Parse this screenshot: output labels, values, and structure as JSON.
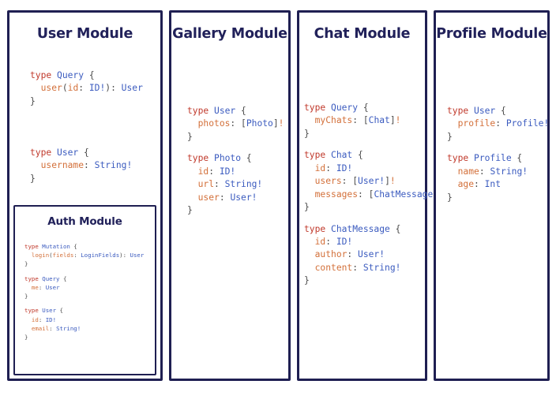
{
  "modules": [
    {
      "id": "user",
      "title": "User Module",
      "blocks": [
        {
          "lines": [
            [
              {
                "t": "type ",
                "c": "kw"
              },
              {
                "t": "Query",
                "c": "tname"
              },
              {
                "t": " {",
                "c": "pun"
              }
            ],
            [
              {
                "t": "  ",
                "c": "pun"
              },
              {
                "t": "user",
                "c": "fld"
              },
              {
                "t": "(",
                "c": "pun"
              },
              {
                "t": "id",
                "c": "fld"
              },
              {
                "t": ": ",
                "c": "pun"
              },
              {
                "t": "ID!",
                "c": "tname"
              },
              {
                "t": "): ",
                "c": "pun"
              },
              {
                "t": "User",
                "c": "tname"
              }
            ],
            [
              {
                "t": "}",
                "c": "pun"
              }
            ]
          ]
        },
        {
          "lines": [
            [
              {
                "t": "type ",
                "c": "kw"
              },
              {
                "t": "User",
                "c": "tname"
              },
              {
                "t": " {",
                "c": "pun"
              }
            ],
            [
              {
                "t": "  ",
                "c": "pun"
              },
              {
                "t": "username",
                "c": "fld"
              },
              {
                "t": ": ",
                "c": "pun"
              },
              {
                "t": "String!",
                "c": "tname"
              }
            ],
            [
              {
                "t": "}",
                "c": "pun"
              }
            ]
          ]
        }
      ]
    },
    {
      "id": "auth",
      "title": "Auth Module",
      "blocks": [
        {
          "lines": [
            [
              {
                "t": "type ",
                "c": "kw"
              },
              {
                "t": "Mutation",
                "c": "tname"
              },
              {
                "t": " {",
                "c": "pun"
              }
            ],
            [
              {
                "t": "  ",
                "c": "pun"
              },
              {
                "t": "login",
                "c": "fld"
              },
              {
                "t": "(",
                "c": "pun"
              },
              {
                "t": "fields",
                "c": "fld"
              },
              {
                "t": ": ",
                "c": "pun"
              },
              {
                "t": "LoginFields",
                "c": "tname"
              },
              {
                "t": "): ",
                "c": "pun"
              },
              {
                "t": "User",
                "c": "tname"
              }
            ],
            [
              {
                "t": "}",
                "c": "pun"
              }
            ]
          ]
        },
        {
          "lines": [
            [
              {
                "t": "type ",
                "c": "kw"
              },
              {
                "t": "Query",
                "c": "tname"
              },
              {
                "t": " {",
                "c": "pun"
              }
            ],
            [
              {
                "t": "  ",
                "c": "pun"
              },
              {
                "t": "me",
                "c": "fld"
              },
              {
                "t": ": ",
                "c": "pun"
              },
              {
                "t": "User",
                "c": "tname"
              }
            ],
            [
              {
                "t": "}",
                "c": "pun"
              }
            ]
          ]
        },
        {
          "lines": [
            [
              {
                "t": "type ",
                "c": "kw"
              },
              {
                "t": "User",
                "c": "tname"
              },
              {
                "t": " {",
                "c": "pun"
              }
            ],
            [
              {
                "t": "  ",
                "c": "pun"
              },
              {
                "t": "id",
                "c": "fld"
              },
              {
                "t": ": ",
                "c": "pun"
              },
              {
                "t": "ID!",
                "c": "tname"
              }
            ],
            [
              {
                "t": "  ",
                "c": "pun"
              },
              {
                "t": "email",
                "c": "fld"
              },
              {
                "t": ": ",
                "c": "pun"
              },
              {
                "t": "String!",
                "c": "tname"
              }
            ],
            [
              {
                "t": "}",
                "c": "pun"
              }
            ]
          ]
        }
      ]
    },
    {
      "id": "gallery",
      "title": "Gallery Module",
      "blocks": [
        {
          "lines": [
            [
              {
                "t": "type ",
                "c": "kw"
              },
              {
                "t": "User",
                "c": "tname"
              },
              {
                "t": " {",
                "c": "pun"
              }
            ],
            [
              {
                "t": "  ",
                "c": "pun"
              },
              {
                "t": "photos",
                "c": "fld"
              },
              {
                "t": ": ",
                "c": "pun"
              },
              {
                "t": "[",
                "c": "pun"
              },
              {
                "t": "Photo",
                "c": "tname"
              },
              {
                "t": "]",
                "c": "pun"
              },
              {
                "t": "!",
                "c": "fld"
              }
            ],
            [
              {
                "t": "}",
                "c": "pun"
              }
            ]
          ]
        },
        {
          "lines": [
            [
              {
                "t": "type ",
                "c": "kw"
              },
              {
                "t": "Photo",
                "c": "tname"
              },
              {
                "t": " {",
                "c": "pun"
              }
            ],
            [
              {
                "t": "  ",
                "c": "pun"
              },
              {
                "t": "id",
                "c": "fld"
              },
              {
                "t": ": ",
                "c": "pun"
              },
              {
                "t": "ID!",
                "c": "tname"
              }
            ],
            [
              {
                "t": "  ",
                "c": "pun"
              },
              {
                "t": "url",
                "c": "fld"
              },
              {
                "t": ": ",
                "c": "pun"
              },
              {
                "t": "String!",
                "c": "tname"
              }
            ],
            [
              {
                "t": "  ",
                "c": "pun"
              },
              {
                "t": "user",
                "c": "fld"
              },
              {
                "t": ": ",
                "c": "pun"
              },
              {
                "t": "User!",
                "c": "tname"
              }
            ],
            [
              {
                "t": "}",
                "c": "pun"
              }
            ]
          ]
        }
      ]
    },
    {
      "id": "chat",
      "title": "Chat Module",
      "blocks": [
        {
          "lines": [
            [
              {
                "t": "type ",
                "c": "kw"
              },
              {
                "t": "Query",
                "c": "tname"
              },
              {
                "t": " {",
                "c": "pun"
              }
            ],
            [
              {
                "t": "  ",
                "c": "pun"
              },
              {
                "t": "myChats",
                "c": "fld"
              },
              {
                "t": ": ",
                "c": "pun"
              },
              {
                "t": "[",
                "c": "pun"
              },
              {
                "t": "Chat",
                "c": "tname"
              },
              {
                "t": "]",
                "c": "pun"
              },
              {
                "t": "!",
                "c": "fld"
              }
            ],
            [
              {
                "t": "}",
                "c": "pun"
              }
            ]
          ]
        },
        {
          "lines": [
            [
              {
                "t": "type ",
                "c": "kw"
              },
              {
                "t": "Chat",
                "c": "tname"
              },
              {
                "t": " {",
                "c": "pun"
              }
            ],
            [
              {
                "t": "  ",
                "c": "pun"
              },
              {
                "t": "id",
                "c": "fld"
              },
              {
                "t": ": ",
                "c": "pun"
              },
              {
                "t": "ID!",
                "c": "tname"
              }
            ],
            [
              {
                "t": "  ",
                "c": "pun"
              },
              {
                "t": "users",
                "c": "fld"
              },
              {
                "t": ": ",
                "c": "pun"
              },
              {
                "t": "[",
                "c": "pun"
              },
              {
                "t": "User!",
                "c": "tname"
              },
              {
                "t": "]",
                "c": "pun"
              },
              {
                "t": "!",
                "c": "fld"
              }
            ],
            [
              {
                "t": "  ",
                "c": "pun"
              },
              {
                "t": "messages",
                "c": "fld"
              },
              {
                "t": ": ",
                "c": "pun"
              },
              {
                "t": "[",
                "c": "pun"
              },
              {
                "t": "ChatMessage",
                "c": "tname"
              },
              {
                "t": "]",
                "c": "pun"
              },
              {
                "t": "!",
                "c": "fld"
              }
            ],
            [
              {
                "t": "}",
                "c": "pun"
              }
            ]
          ]
        },
        {
          "lines": [
            [
              {
                "t": "type ",
                "c": "kw"
              },
              {
                "t": "ChatMessage",
                "c": "tname"
              },
              {
                "t": " {",
                "c": "pun"
              }
            ],
            [
              {
                "t": "  ",
                "c": "pun"
              },
              {
                "t": "id",
                "c": "fld"
              },
              {
                "t": ": ",
                "c": "pun"
              },
              {
                "t": "ID!",
                "c": "tname"
              }
            ],
            [
              {
                "t": "  ",
                "c": "pun"
              },
              {
                "t": "author",
                "c": "fld"
              },
              {
                "t": ": ",
                "c": "pun"
              },
              {
                "t": "User!",
                "c": "tname"
              }
            ],
            [
              {
                "t": "  ",
                "c": "pun"
              },
              {
                "t": "content",
                "c": "fld"
              },
              {
                "t": ": ",
                "c": "pun"
              },
              {
                "t": "String!",
                "c": "tname"
              }
            ],
            [
              {
                "t": "}",
                "c": "pun"
              }
            ]
          ]
        }
      ]
    },
    {
      "id": "profile",
      "title": "Profile Module",
      "blocks": [
        {
          "lines": [
            [
              {
                "t": "type ",
                "c": "kw"
              },
              {
                "t": "User",
                "c": "tname"
              },
              {
                "t": " {",
                "c": "pun"
              }
            ],
            [
              {
                "t": "  ",
                "c": "pun"
              },
              {
                "t": "profile",
                "c": "fld"
              },
              {
                "t": ": ",
                "c": "pun"
              },
              {
                "t": "Profile!",
                "c": "tname"
              }
            ],
            [
              {
                "t": "}",
                "c": "pun"
              }
            ]
          ]
        },
        {
          "lines": [
            [
              {
                "t": "type ",
                "c": "kw"
              },
              {
                "t": "Profile",
                "c": "tname"
              },
              {
                "t": " {",
                "c": "pun"
              }
            ],
            [
              {
                "t": "  ",
                "c": "pun"
              },
              {
                "t": "name",
                "c": "fld"
              },
              {
                "t": ": ",
                "c": "pun"
              },
              {
                "t": "String!",
                "c": "tname"
              }
            ],
            [
              {
                "t": "  ",
                "c": "pun"
              },
              {
                "t": "age",
                "c": "fld"
              },
              {
                "t": ": ",
                "c": "pun"
              },
              {
                "t": "Int",
                "c": "tname"
              }
            ],
            [
              {
                "t": "}",
                "c": "pun"
              }
            ]
          ]
        }
      ]
    }
  ],
  "colors": {
    "panel_border": "#1f1f52",
    "title": "#21215a",
    "keyword": "#c0392b",
    "type_name": "#3b5bbf",
    "field_name": "#d3703a",
    "punctuation": "#4b4b4b",
    "background": "#ffffff"
  }
}
